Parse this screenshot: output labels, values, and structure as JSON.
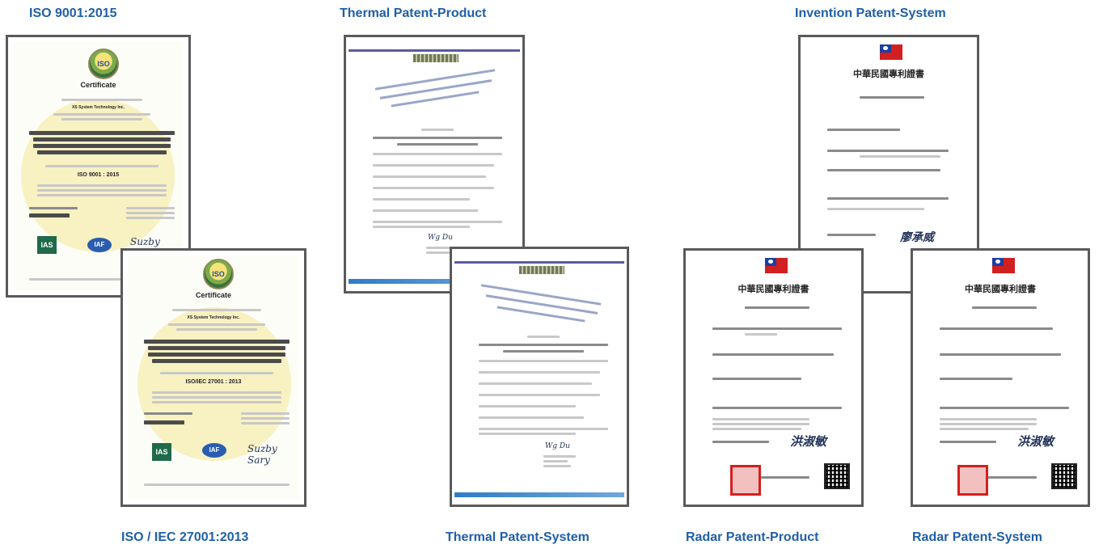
{
  "captions": {
    "iso9001": "ISO 9001:2015",
    "thermal_product": "Thermal Patent-Product",
    "invention_system": "Invention Patent-System",
    "iso27001": "ISO / IEC 27001:2013",
    "thermal_system": "Thermal Patent-System",
    "radar_product": "Radar Patent-Product",
    "radar_system": "Radar Patent-System"
  },
  "certificates": {
    "iso_9001": {
      "seal_text": "ISO",
      "heading": "Certificate",
      "company": "XS System Technology Inc.",
      "standard": "ISO 9001 : 2015",
      "ias": "IAS",
      "iaf": "IAF"
    },
    "iso_27001": {
      "seal_text": "ISO",
      "heading": "Certificate",
      "company": "XS System Technology Inc.",
      "standard": "ISO/IEC 27001 : 2013",
      "ias": "IAS",
      "iaf": "IAF"
    },
    "taiwan_patent": {
      "title": "中華民國專利證書"
    }
  },
  "colors": {
    "caption": "#1f5fa8",
    "frame": "#5a5a5a",
    "watermark": "#f2e79a",
    "stamp_red": "#d41f1f"
  }
}
